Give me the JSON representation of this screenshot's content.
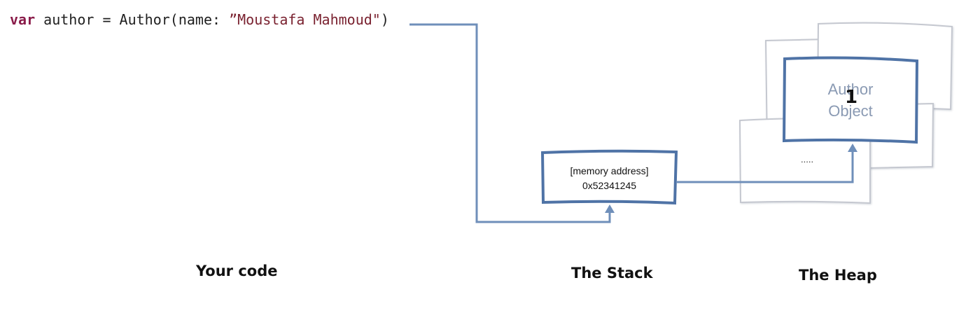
{
  "code": {
    "keyword": "var",
    "before_string": " author = Author(name: ",
    "string_literal": "”Moustafa Mahmoud\"",
    "closing": ")"
  },
  "labels": {
    "your_code": "Your code",
    "the_stack": "The Stack",
    "the_heap": "The Heap"
  },
  "stack_box": {
    "line1": "[memory address]",
    "line2": "0x52341245"
  },
  "heap": {
    "object_line1": "Author",
    "object_line2": "Object",
    "ref_count": "1",
    "other_content": "....."
  },
  "colors": {
    "arrow": "#6f8fba",
    "box_stroke": "#4f73a6",
    "heap_ghost_stroke": "#c5c8d0",
    "object_text": "#8a9ab3"
  }
}
